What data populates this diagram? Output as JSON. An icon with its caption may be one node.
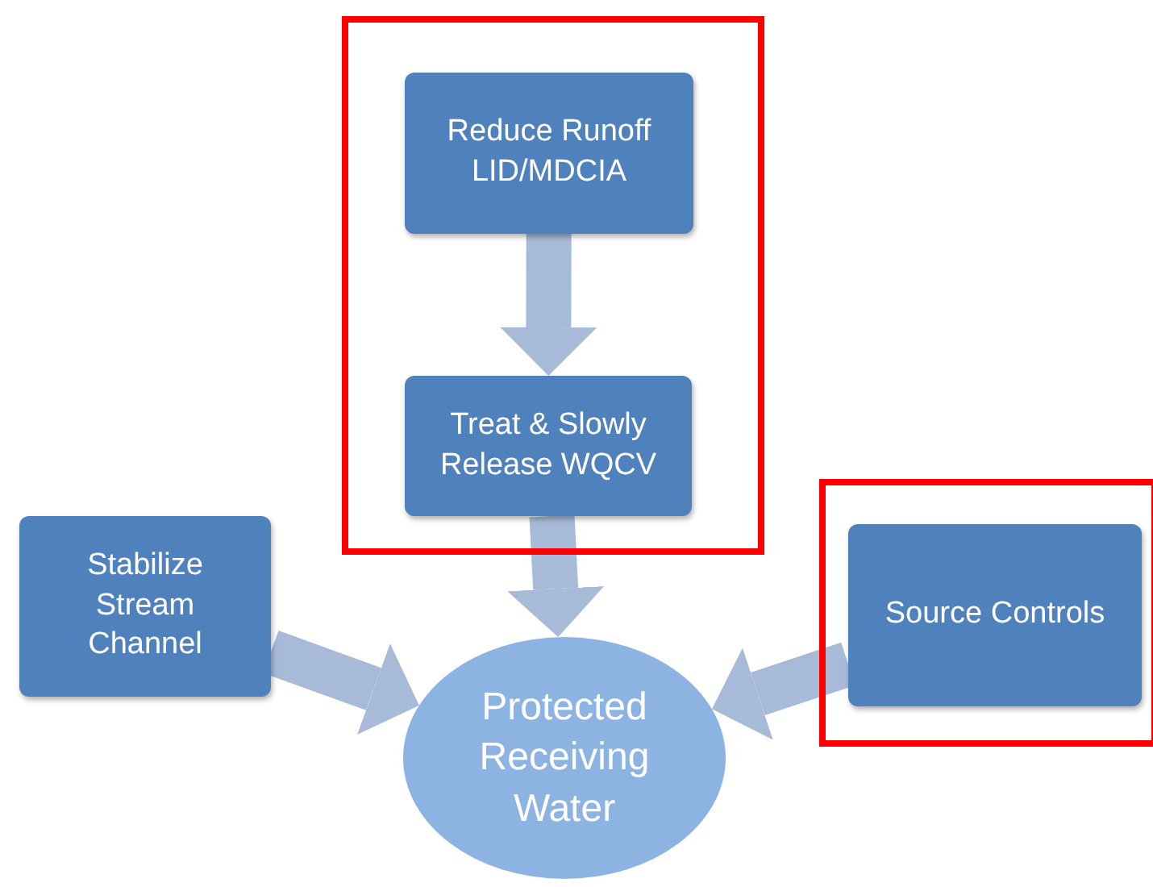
{
  "diagram": {
    "nodes": [
      {
        "text": [],
        "shape": "box"
      },
      {
        "text": [
          "Reduce Runoff LID/MDCIA"
        ],
        "in": 0
      },
      {
        "text": [
          "Treat & Slowly Release WQCV"
        ],
        "in": 0
      },
      {
        "text": [
          "Stabilize Stream Channel"
        ]
      },
      {
        "text": [],
        "shape": "box"
      },
      {
        "text": [
          "Source Controls"
        ],
        "in": 4
      },
      {
        "text": [
          "Protected Receiving Water"
        ]
      }
    ],
    "edges": [
      {
        "from": 1,
        "to": 2,
        "arrow": "to"
      },
      {
        "from": 2,
        "to": 6,
        "arrow": "to"
      },
      {
        "from": 3,
        "to": 6,
        "arrow": "to"
      },
      {
        "from": 5,
        "to": 6,
        "arrow": "to"
      }
    ]
  }
}
